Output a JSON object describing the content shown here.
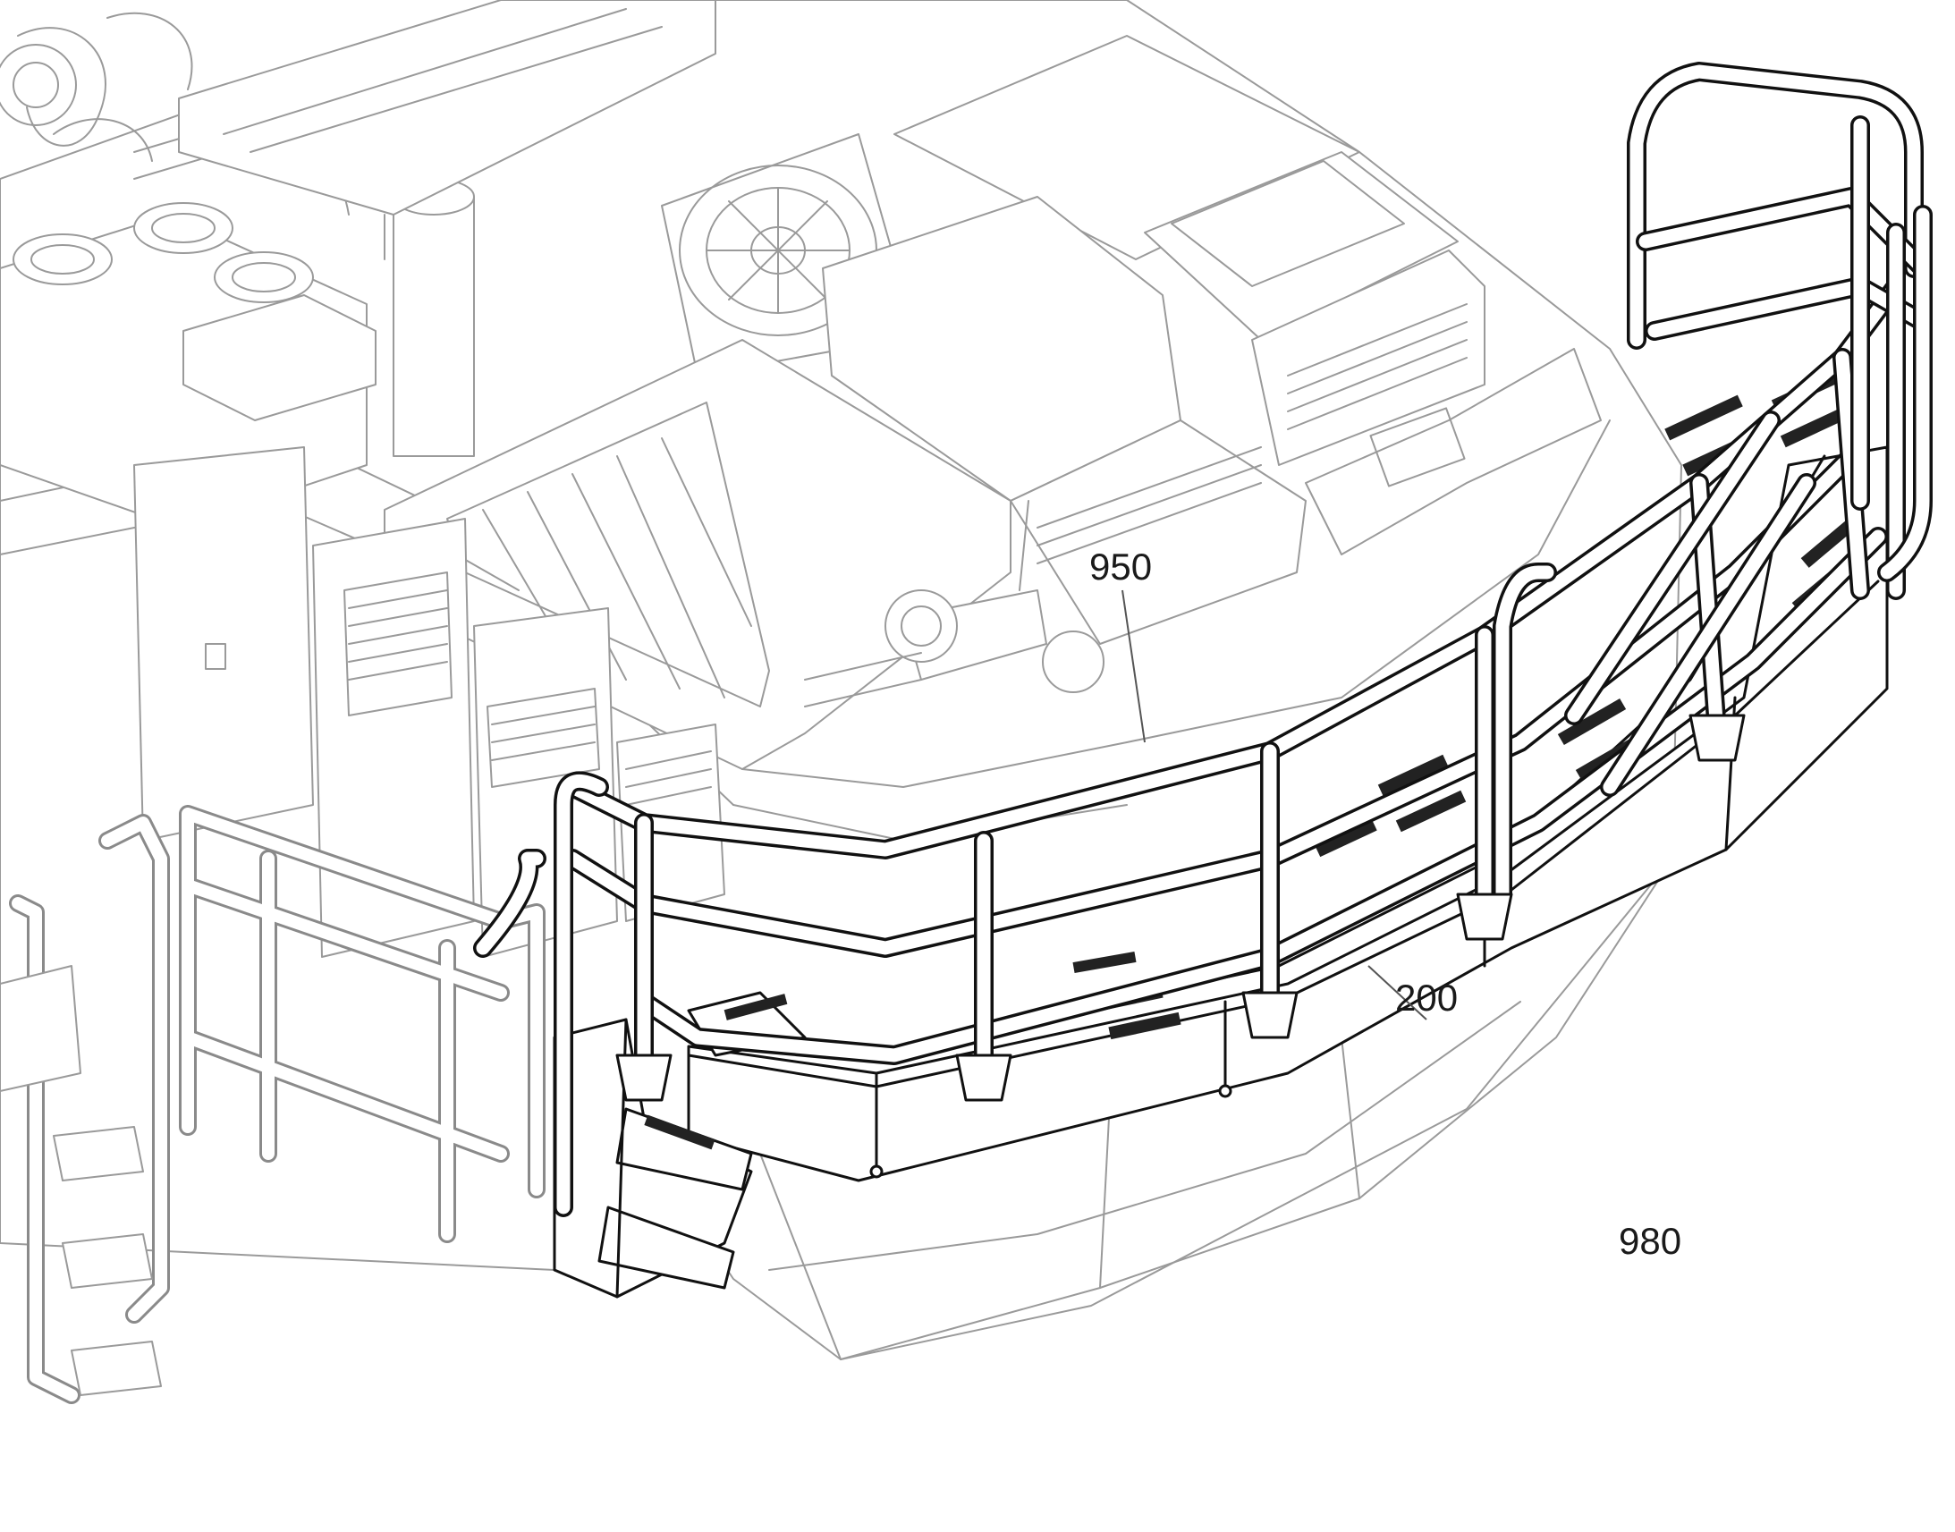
{
  "figure": {
    "callouts": [
      {
        "id": "950",
        "label": "950"
      },
      {
        "id": "200",
        "label": "200"
      },
      {
        "id": "980",
        "label": "980"
      }
    ]
  },
  "colors": {
    "background": "#ffffff",
    "foreground_structure": "#111111",
    "background_structure": "#9a9a9a",
    "label_text": "#1a1a1a"
  }
}
